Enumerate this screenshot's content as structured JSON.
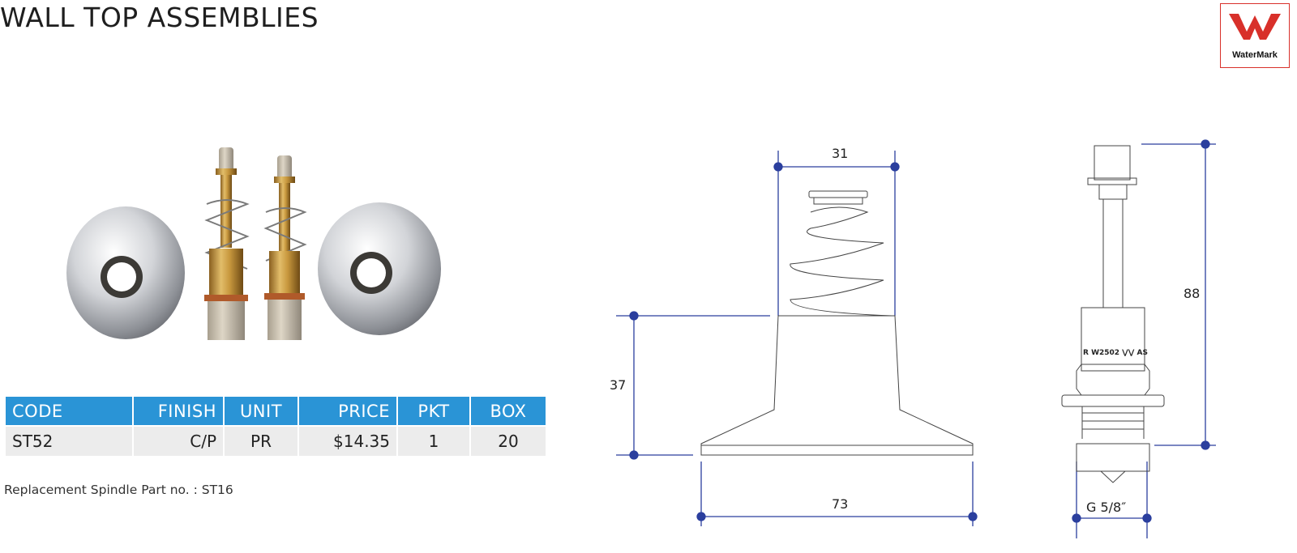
{
  "header": {
    "title": "WALL TOP ASSEMBLIES"
  },
  "logo": {
    "text": "WaterMark",
    "icon": "watermark-w-icon",
    "color": "#d8302a"
  },
  "table": {
    "headers": [
      "CODE",
      "FINISH",
      "UNIT",
      "PRICE",
      "PKT",
      "BOX"
    ],
    "row": {
      "code": "ST52",
      "finish": "C/P",
      "unit": "PR",
      "price": "$14.35",
      "pkt": "1",
      "box": "20"
    },
    "header_color": "#2a94d6"
  },
  "note": "Replacement Spindle Part no.  : ST16",
  "drawing": {
    "dim_top_width": "31",
    "dim_height": "37",
    "dim_base_width": "73",
    "dim_spindle_height": "88",
    "dim_thread": "G 5/8″",
    "spindle_marking": "R W2502 ⋁⋁ AS",
    "line_color": "#2b3f9e"
  }
}
